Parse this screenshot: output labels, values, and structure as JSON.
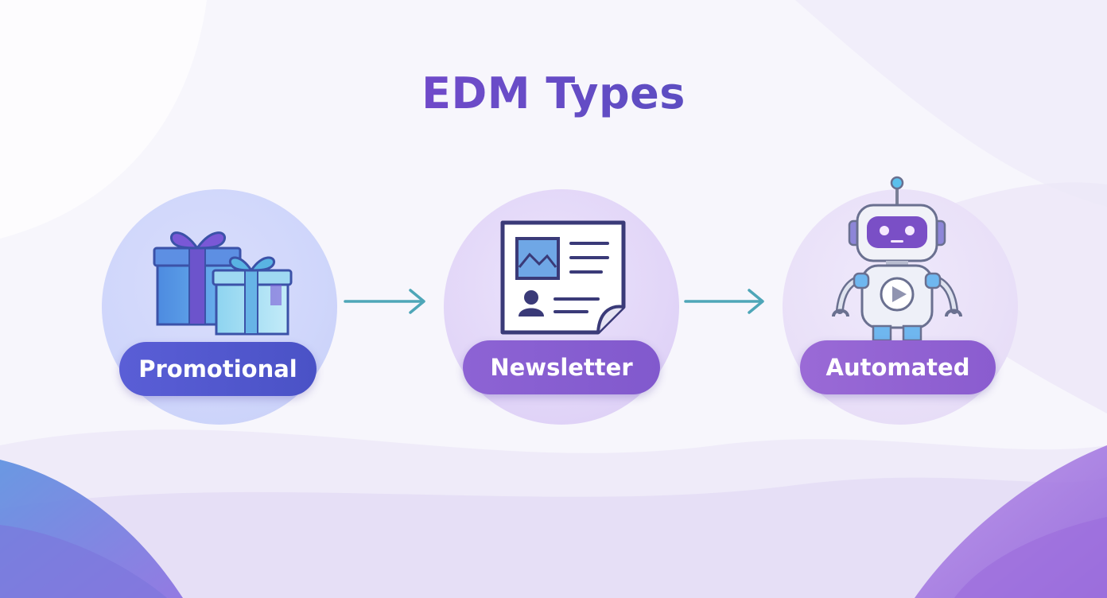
{
  "title": "EDM Types",
  "steps": [
    {
      "label": "Promotional",
      "icon": "gift-boxes-icon"
    },
    {
      "label": "Newsletter",
      "icon": "newsletter-document-icon"
    },
    {
      "label": "Automated",
      "icon": "robot-icon"
    }
  ],
  "connectors": [
    "arrow-right-icon",
    "arrow-right-icon"
  ],
  "colors": {
    "title_start": "#8e3fd0",
    "title_end": "#3f4fb2",
    "arrow": "#4ea6b8",
    "pill_promotional": "#4a52c6",
    "pill_newsletter": "#8159cd",
    "pill_automated": "#8a5ccf"
  }
}
